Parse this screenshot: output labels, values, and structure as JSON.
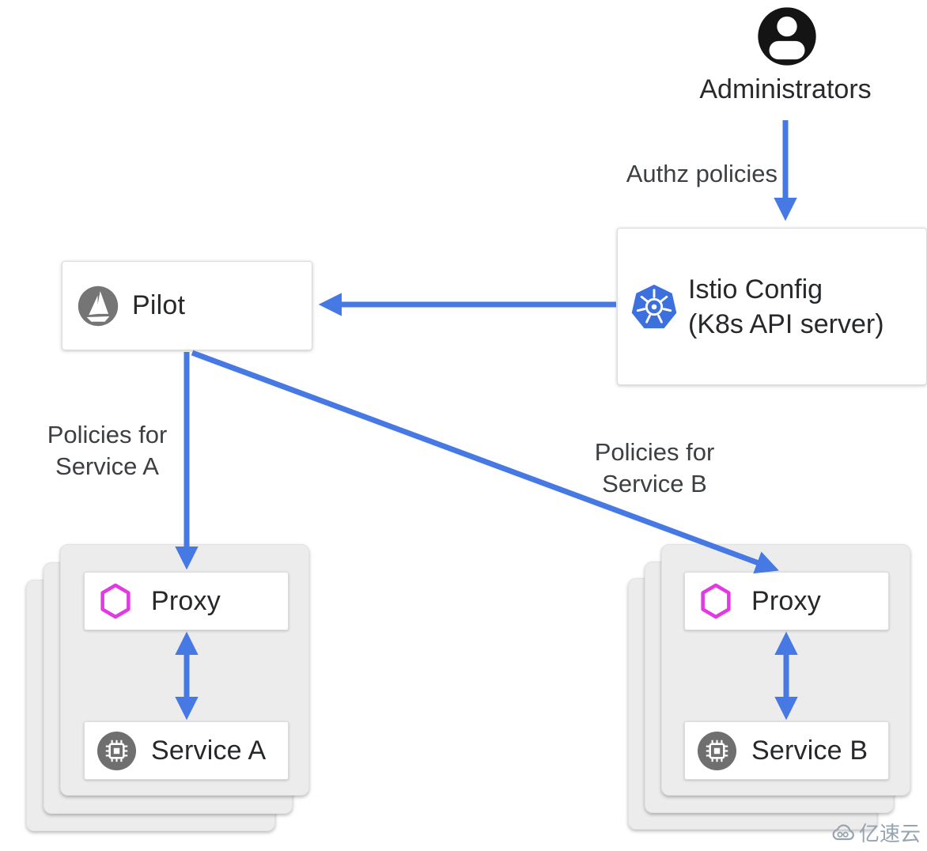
{
  "administrators": {
    "label": "Administrators"
  },
  "authz_arrow": {
    "label": "Authz policies"
  },
  "istio_config": {
    "line1": "Istio Config",
    "line2": "(K8s API server)"
  },
  "pilot": {
    "label": "Pilot"
  },
  "policies_a": {
    "line1": "Policies for",
    "line2": "Service A"
  },
  "policies_b": {
    "line1": "Policies for",
    "line2": "Service B"
  },
  "workload_a": {
    "proxy_label": "Proxy",
    "service_label": "Service A"
  },
  "workload_b": {
    "proxy_label": "Proxy",
    "service_label": "Service B"
  },
  "watermark": {
    "label": "亿速云"
  },
  "edges": [
    {
      "from": "Administrators",
      "to": "Istio Config (K8s API server)",
      "label": "Authz policies",
      "bidirectional": false
    },
    {
      "from": "Istio Config (K8s API server)",
      "to": "Pilot",
      "label": "",
      "bidirectional": false
    },
    {
      "from": "Pilot",
      "to": "Proxy (Service A pod)",
      "label": "Policies for Service A",
      "bidirectional": false
    },
    {
      "from": "Pilot",
      "to": "Proxy (Service B pod)",
      "label": "Policies for Service B",
      "bidirectional": false
    },
    {
      "from": "Proxy (Service A pod)",
      "to": "Service A",
      "label": "",
      "bidirectional": true
    },
    {
      "from": "Proxy (Service B pod)",
      "to": "Service B",
      "label": "",
      "bidirectional": true
    }
  ],
  "colors": {
    "arrow_blue": "#4679e3",
    "kubernetes_blue": "#3b70de",
    "proxy_hexagon_magenta": "#e23ae2",
    "istio_gray": "#757575",
    "chip_circle_gray": "#6f6f6f",
    "card_gray": "#ececec",
    "text_dark": "#26282b",
    "watermark_gray": "#97a4b0"
  }
}
